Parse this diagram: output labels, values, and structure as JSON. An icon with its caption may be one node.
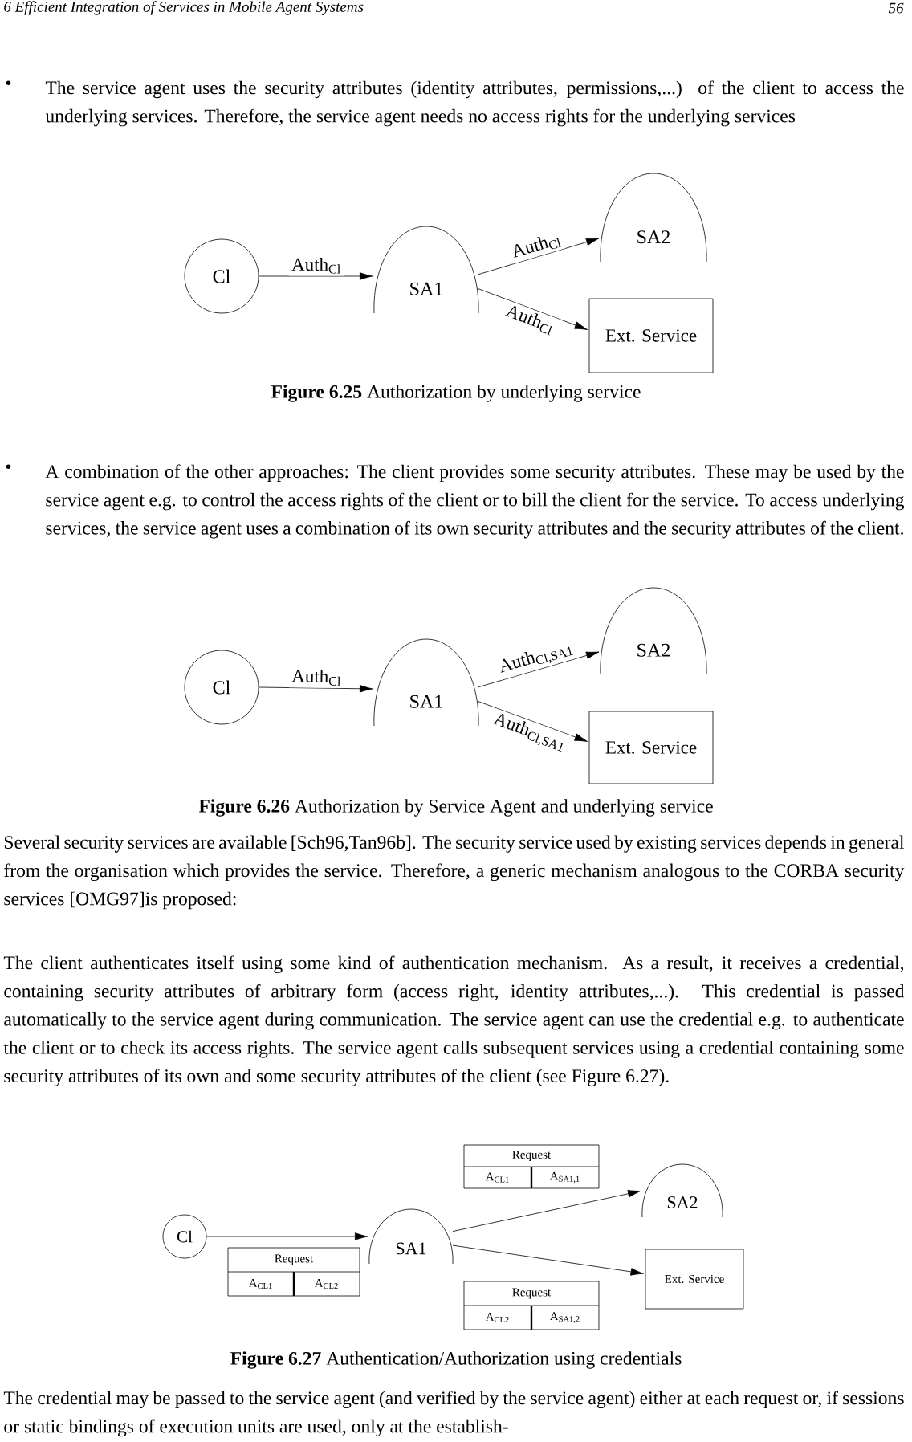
{
  "diagram": {
    "nodes": [
      {
        "text": [
          "Cl"
        ]
      },
      {
        "text": [
          "SA1"
        ]
      },
      {
        "text": [
          "SA2"
        ]
      },
      {
        "text": [
          "Ext. Service"
        ]
      },
      {
        "text": [
          "Cl"
        ]
      },
      {
        "text": [
          "SA1"
        ]
      },
      {
        "text": [
          "SA2"
        ]
      },
      {
        "text": [
          "Ext. Service"
        ]
      },
      {
        "text": [
          "Cl"
        ]
      },
      {
        "text": [
          "SA1"
        ]
      },
      {
        "text": [
          "SA2"
        ]
      },
      {
        "text": [
          "Ext. Service"
        ]
      },
      {
        "text": [
          "Request",
          "A$_{CL1}$",
          "A$_{CL2}$"
        ]
      },
      {
        "text": [
          "Request",
          "A$_{CL1}$",
          "A$_{SA1,1}$"
        ]
      },
      {
        "text": [
          "Request",
          "A$_{CL2}$",
          "A$_{SA1,2}$"
        ]
      }
    ],
    "edges": [
      {
        "from": 0,
        "to": 1,
        "arrow": "to",
        "label": "Auth$_{Cl}$"
      },
      {
        "from": 1,
        "to": 2,
        "arrow": "to",
        "label": "Auth$_{Cl}$"
      },
      {
        "from": 1,
        "to": 3,
        "arrow": "to",
        "label": "Auth$_{Cl}$"
      },
      {
        "from": 4,
        "to": 5,
        "arrow": "to",
        "label": "Auth$_{Cl}$"
      },
      {
        "from": 5,
        "to": 6,
        "arrow": "to",
        "label": "Auth$_{Cl,SA1}$"
      },
      {
        "from": 5,
        "to": 7,
        "arrow": "to",
        "label": "Auth$_{Cl,SA1}$"
      },
      {
        "from": 8,
        "to": 9,
        "arrow": "to"
      },
      {
        "from": 9,
        "to": 10,
        "arrow": "to"
      },
      {
        "from": 9,
        "to": 11,
        "arrow": "to"
      }
    ],
    "labels": [
      "6 Efficient Integration of Services in Mobile Agent Systems",
      "56",
      "•",
      "The service agent uses the security attributes (identity attributes, permissions,...) of the client to access the underlying services. Therefore, the service agent needs no access rights for the underlying services",
      "**Figure 6.25** Authorization by underlying service",
      "•",
      "A combination of the other approaches: The client provides some security attributes. These may be used by the service agent e.g. to control the access rights of the client or to bill the client for the service. To access underlying services, the service agent uses a combination of its own security attributes and the security attributes of the client.",
      "**Figure 6.26** Authorization by Service Agent and underlying service",
      "Several security services are available [Sch96,Tan96b]. The security service used by existing services depends in general from the organisation which provides the service. Therefore, a generic mechanism analogous to the CORBA security services [OMG97]is proposed:",
      "The client authenticates itself using some kind of authentication mechanism. As a result, it receives a credential, containing security attributes of arbitrary form (access right, identity attributes,...). This credential is passed automatically to the service agent during communication. The service agent can use the credential e.g. to authenticate the client or to check its access rights. The service agent calls subsequent services using a credential containing some security attributes of its own and some security attributes of the client (see Figure 6.27).",
      "**Figure 6.27** Authentication/Authorization using credentials",
      "The credential may be passed to the service agent (and verified by the service agent) either at each request or, if sessions or static bindings of execution units are used, only at the establish-"
    ]
  }
}
